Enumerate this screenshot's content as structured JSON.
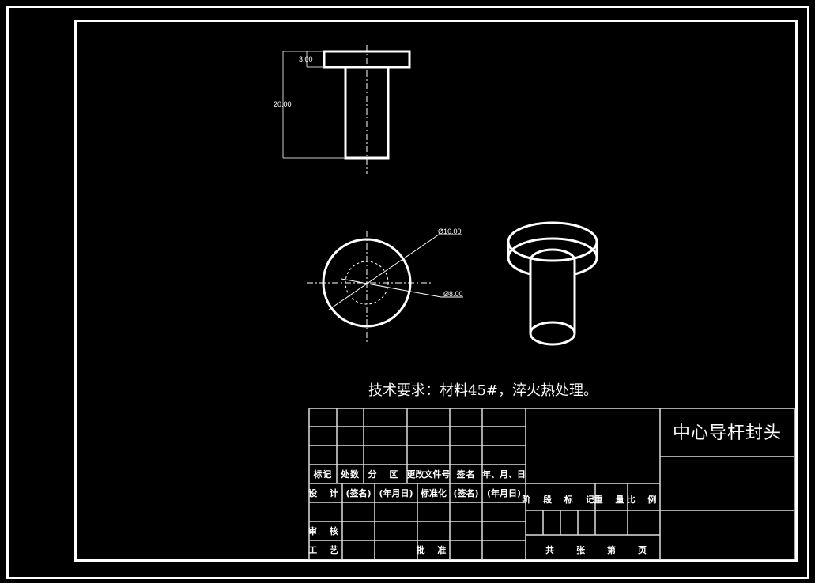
{
  "drawing": {
    "part_name": "中心导杆封头",
    "technical_requirements": "技术要求：材料45#，淬火热处理。",
    "colors": {
      "background": "#000000",
      "lines": "#ffffff",
      "grid": "#cccccc"
    },
    "front_view": {
      "dimensions": {
        "head_thickness": "3.00",
        "overall_height": "20.00"
      }
    },
    "top_view": {
      "dimensions": {
        "outer_diameter": "Ø16.00",
        "inner_diameter": "Ø8.00"
      }
    },
    "isometric_view": {
      "label": ""
    }
  },
  "title_block": {
    "header_row": [
      "标记",
      "处数",
      "分 区",
      "更改文件号",
      "签名",
      "年、月、日"
    ],
    "design_row": [
      "设 计",
      "(签名)",
      "(年月日)",
      "标准化",
      "(签名)",
      "(年月日)"
    ],
    "review_label": "审 核",
    "process_label": "工 艺",
    "approve_label": "批 准",
    "stage_mark_label": "阶 段 标 记",
    "weight_label": "重 量",
    "scale_label": "比 例",
    "sheet_total_label": "共",
    "sheet_unit_label": "张",
    "sheet_number_label": "第",
    "page_unit_label": "页"
  }
}
